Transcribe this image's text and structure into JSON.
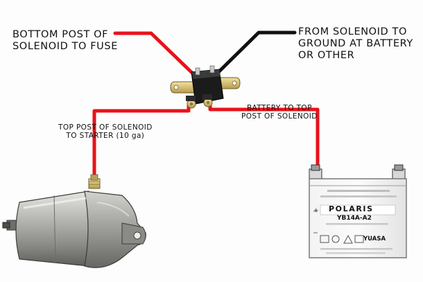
{
  "labels": {
    "bottom_post": {
      "line1": "BOTTOM POST OF",
      "line2": "SOLENOID TO FUSE"
    },
    "from_solenoid": {
      "line1": "FROM SOLENOID TO",
      "line2": "GROUND AT BATTERY",
      "line3": "OR OTHER"
    },
    "battery_to_top": {
      "line1": "BATTERY TO TOP",
      "line2": "POST OF SOLENOID"
    },
    "top_post": {
      "line1": "TOP POST OF SOLENOID",
      "line2": "TO STARTER (10 ga)"
    }
  },
  "battery": {
    "brand": "POLARIS",
    "model": "YB14A-A2",
    "maker": "YUASA"
  },
  "colors": {
    "red_wire": "#e8121b",
    "black_wire": "#111111",
    "background": "#fdfdfd"
  },
  "icons": {
    "solenoid": "solenoid-icon",
    "starter_motor": "starter-motor-icon",
    "battery": "battery-icon"
  }
}
